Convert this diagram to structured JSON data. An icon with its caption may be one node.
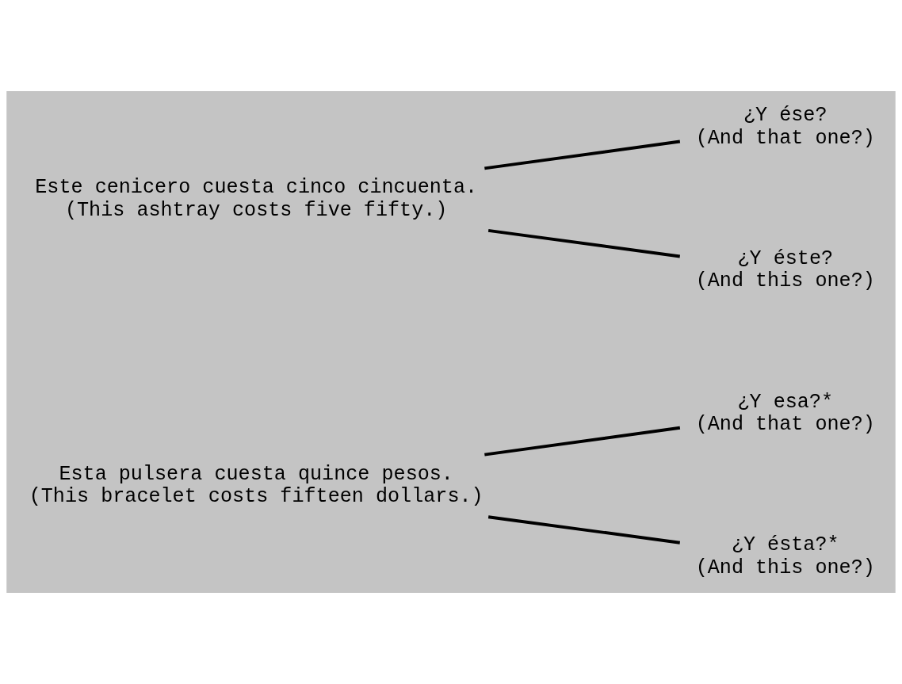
{
  "diagram": {
    "nodes": [
      {
        "text": [
          "Esta pulsera cuesta quince pesos.",
          "(This bracelet costs fifteen dollars.)"
        ]
      },
      {
        "text": [
          "¿Y esa?*",
          "(And that one?)"
        ]
      },
      {
        "text": [
          "¿Y ésta?*",
          "(And this one?)"
        ]
      },
      {
        "text": [
          "Este cenicero cuesta cinco cincuenta.",
          "(This ashtray costs five fifty.)"
        ]
      },
      {
        "text": [
          "¿Y ése?",
          "(And that one?)"
        ]
      },
      {
        "text": [
          "¿Y éste?",
          "(And this one?)"
        ]
      }
    ],
    "edges": [
      {
        "from": 0,
        "to": 1,
        "arrow": "none"
      },
      {
        "from": 0,
        "to": 2,
        "arrow": "none"
      },
      {
        "from": 3,
        "to": 4,
        "arrow": "none"
      },
      {
        "from": 3,
        "to": 5,
        "arrow": "none"
      }
    ]
  }
}
